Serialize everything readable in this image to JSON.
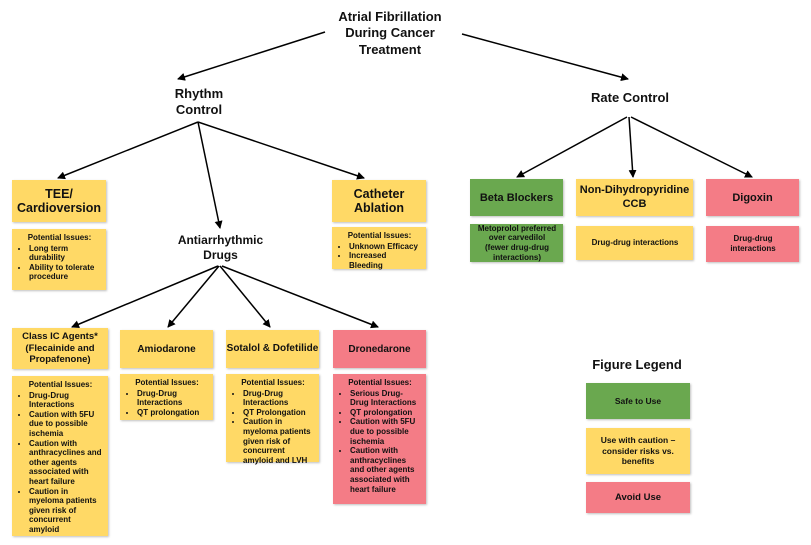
{
  "title": "Atrial Fibrillation During Cancer Treatment",
  "rhythm_control": "Rhythm Control",
  "rate_control": "Rate Control",
  "antiarrhythmic": "Antiarrhythmic Drugs",
  "potential_issues": "Potential Issues:",
  "tee": {
    "label": "TEE/ Cardioversion",
    "issues": [
      "Long term durability",
      "Ability to tolerate procedure"
    ]
  },
  "catheter": {
    "label": "Catheter Ablation",
    "issues": [
      "Unknown Efficacy",
      "Increased Bleeding"
    ]
  },
  "class_ic": {
    "label": "Class IC Agents* (Flecainide and Propafenone)",
    "issues": [
      "Drug-Drug Interactions",
      "Caution with 5FU due to possible ischemia",
      "Caution with anthracyclines and other agents associated with heart failure",
      "Caution in myeloma patients given risk of concurrent amyloid"
    ]
  },
  "amiodarone": {
    "label": "Amiodarone",
    "issues": [
      "Drug-Drug Interactions",
      "QT prolongation"
    ]
  },
  "sotalol": {
    "label": "Sotalol & Dofetilide",
    "issues": [
      "Drug-Drug Interactions",
      "QT Prolongation",
      "Caution in myeloma patients given risk of concurrent amyloid and LVH"
    ]
  },
  "dronedarone": {
    "label": "Dronedarone",
    "issues": [
      "Serious Drug-Drug Interactions",
      "QT prolongation",
      "Caution with 5FU due to possible ischemia",
      "Caution with anthracyclines and other agents associated with heart failure"
    ]
  },
  "beta_blockers": {
    "label": "Beta Blockers",
    "note": "Metoprolol preferred over carvedilol (fewer drug-drug interactions)"
  },
  "non_dhp": {
    "label": "Non-Dihydropyridine CCB",
    "note": "Drug-drug interactions"
  },
  "digoxin": {
    "label": "Digoxin",
    "note": "Drug-drug interactions"
  },
  "legend": {
    "title": "Figure Legend",
    "safe": "Safe to Use",
    "caution": "Use with caution – consider risks vs. benefits",
    "avoid": "Avoid Use"
  },
  "colors": {
    "safe": "#6aa84f",
    "caution": "#ffd966",
    "avoid": "#f47c86"
  }
}
